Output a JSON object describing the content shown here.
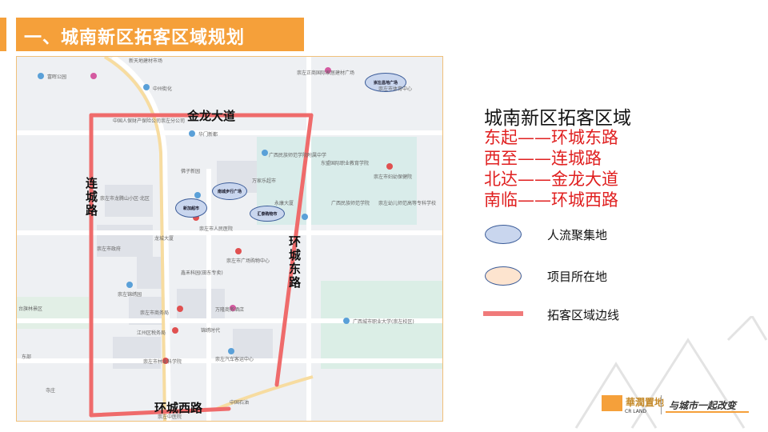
{
  "header": {
    "title": "一、城南新区拓客区域规划"
  },
  "map": {
    "road_labels": {
      "north": "金龙大道",
      "west": "连城路",
      "east": "环城东路",
      "south": "环城西路"
    },
    "bubbles": {
      "top_right": "崇左昌地广场",
      "center_top": "南城步行广场",
      "center_left": "新加超市",
      "center_right": "汇泰购物市"
    },
    "pois": [
      "新天地建材市场",
      "富晖公园",
      "崇左正商国际家居建材广场",
      "崇左市体育中心",
      "中州街化",
      "中国人保财产保险公司崇左分公司",
      "华门新都",
      "广西民族师范学院附属中学",
      "东盟国际职业教育学院",
      "佛子新园",
      "万家乐超市",
      "崇左市妇幼保健院",
      "崇左市龙腾山小区·北区",
      "永康大厦",
      "广西民族师范学院",
      "崇左幼儿师范高等专科学校",
      "崇左市人民医院",
      "龙城大厦",
      "崇左市政府",
      "崇左市广场购物中心",
      "鑫禾科园(田东专卖)",
      "崇左锦绣园",
      "台旗林景区",
      "崇左市商务局",
      "万隆商务酒店",
      "广西城市职业大学(崇左校区)",
      "江州区税务局",
      "锦绣时代",
      "崇左市林业科学院",
      "崇左汽车客运中心",
      "中国石油",
      "崇左中医院",
      "东部",
      "寺庄"
    ]
  },
  "panel": {
    "title": "城南新区拓客区域",
    "bounds": [
      "东起——环城东路",
      "西至——连城路",
      "北达——金龙大道",
      "南临——环城西路"
    ],
    "legend": [
      {
        "label": "人流聚集地",
        "fill": "#c9d6ee",
        "stroke": "#3a5b98"
      },
      {
        "label": "项目所在地",
        "fill": "#fde4cf",
        "stroke": "#3a5b98"
      },
      {
        "label": "拓客区域边线",
        "color": "#f07a7a"
      }
    ]
  },
  "brand": {
    "logo_cn": "華潤置地",
    "logo_en": "CR LAND",
    "slogan": "与城市一起改变",
    "accent": "#f5a03a"
  }
}
